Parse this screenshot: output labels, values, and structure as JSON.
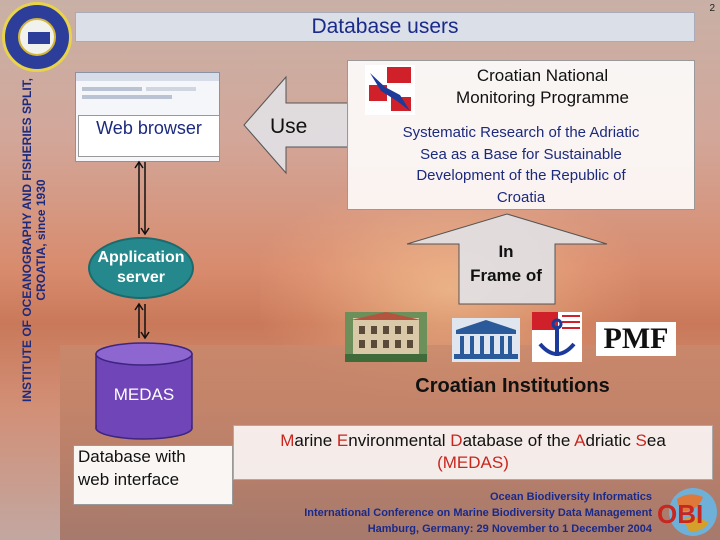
{
  "page_number": "2",
  "title": "Database users",
  "institute": {
    "line1": "INSTITUTE OF OCEANOGRAPHY AND FISHERIES  SPLIT,",
    "line2": "CROATIA,  since 1930"
  },
  "left_column": {
    "web_browser": "Web browser",
    "app_server_line1": "Application",
    "app_server_line2": "server",
    "database": "MEDAS",
    "caption_line1": "Database with",
    "caption_line2": "web interface"
  },
  "use_label": "Use",
  "cnmp": {
    "title_line1": "Croatian National",
    "title_line2": "Monitoring Programme",
    "desc_line1": "Systematic Research of the Adriatic",
    "desc_line2": "Sea as a Base for Sustainable",
    "desc_line3": "Development of the Republic of",
    "desc_line4": "Croatia"
  },
  "in_frame": {
    "line1": "In",
    "line2": "Frame of"
  },
  "institutions_label": "Croatian Institutions",
  "medas": {
    "line1_parts": [
      "M",
      "arine ",
      "E",
      "nvironmental ",
      "D",
      "atabase of the ",
      "A",
      "driatic ",
      "S",
      "ea"
    ],
    "line2": "(MEDAS)"
  },
  "conference": {
    "line1": "Ocean Biodiversity Informatics",
    "line2": "International Conference on Marine Biodiversity Data Management",
    "line3": "Hamburg, Germany: 29 November to 1 December 2004"
  },
  "obi_logo": "OBI",
  "pmf_logo": "PMF",
  "colors": {
    "accent_blue": "#1c2a7e",
    "teal": "#25888c",
    "red": "#c8261e"
  }
}
